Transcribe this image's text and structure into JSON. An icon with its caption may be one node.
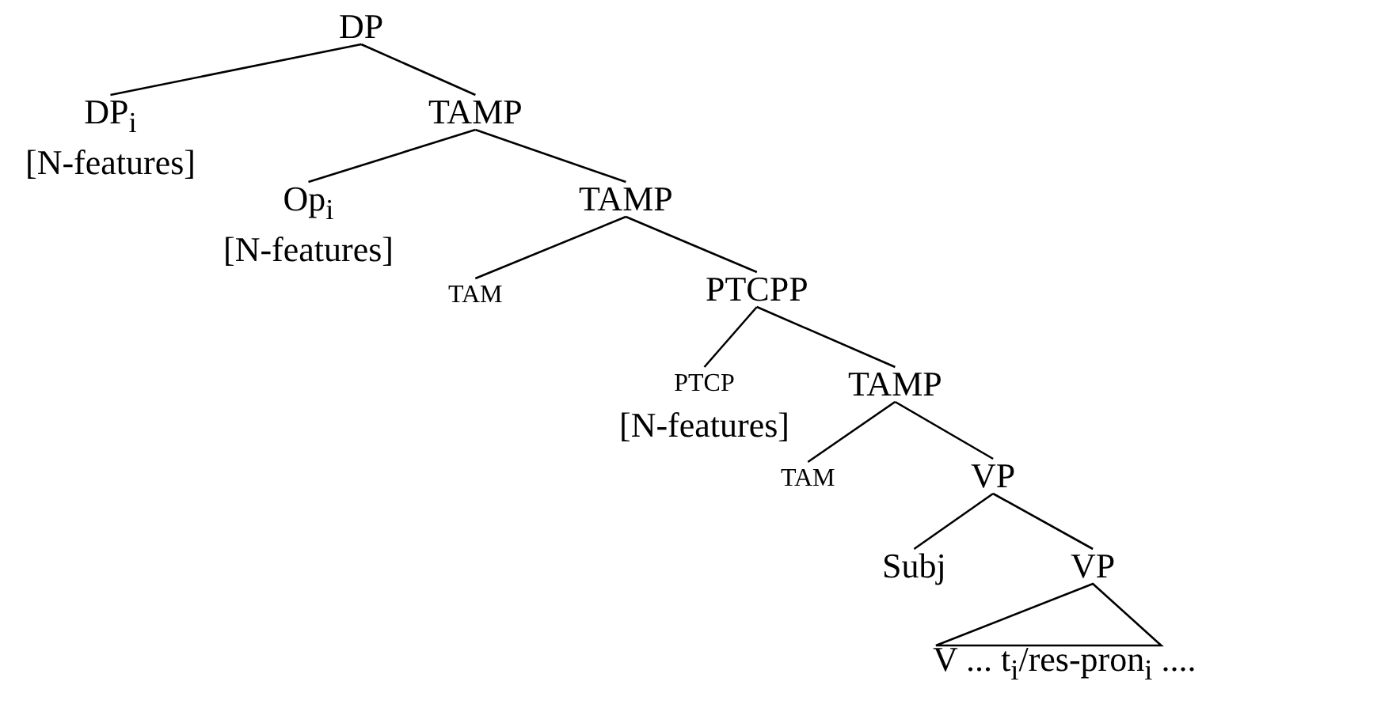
{
  "diagram": {
    "nodes": [
      {
        "text": [
          "DP"
        ]
      },
      {
        "text": [
          "DP$_{i}$",
          "[N-features]"
        ]
      },
      {
        "text": [
          "TAMP"
        ]
      },
      {
        "text": [
          "Op$_{i}$",
          "[N-features]"
        ]
      },
      {
        "text": [
          "TAMP"
        ]
      },
      {
        "text": [
          "TAM"
        ]
      },
      {
        "text": [
          "PTCPP"
        ]
      },
      {
        "text": [
          "PTCP",
          "[N-features]"
        ]
      },
      {
        "text": [
          "TAMP"
        ]
      },
      {
        "text": [
          "TAM"
        ]
      },
      {
        "text": [
          "VP"
        ]
      },
      {
        "text": [
          "Subj"
        ]
      },
      {
        "text": [
          "VP"
        ]
      },
      {
        "text": [
          "V ...  t$_{i}$/res-pron$_{i}$ ...."
        ]
      }
    ],
    "edges": [
      {
        "from": 0,
        "to": 1,
        "arrow": "none"
      },
      {
        "from": 0,
        "to": 2,
        "arrow": "none"
      },
      {
        "from": 2,
        "to": 3,
        "arrow": "none"
      },
      {
        "from": 2,
        "to": 4,
        "arrow": "none"
      },
      {
        "from": 4,
        "to": 5,
        "arrow": "none"
      },
      {
        "from": 4,
        "to": 6,
        "arrow": "none"
      },
      {
        "from": 6,
        "to": 7,
        "arrow": "none"
      },
      {
        "from": 6,
        "to": 8,
        "arrow": "none"
      },
      {
        "from": 8,
        "to": 9,
        "arrow": "none"
      },
      {
        "from": 8,
        "to": 10,
        "arrow": "none"
      },
      {
        "from": 10,
        "to": 11,
        "arrow": "none"
      },
      {
        "from": 10,
        "to": 12,
        "arrow": "none"
      },
      {
        "from": 12,
        "to": 13,
        "arrow": "none"
      }
    ]
  }
}
